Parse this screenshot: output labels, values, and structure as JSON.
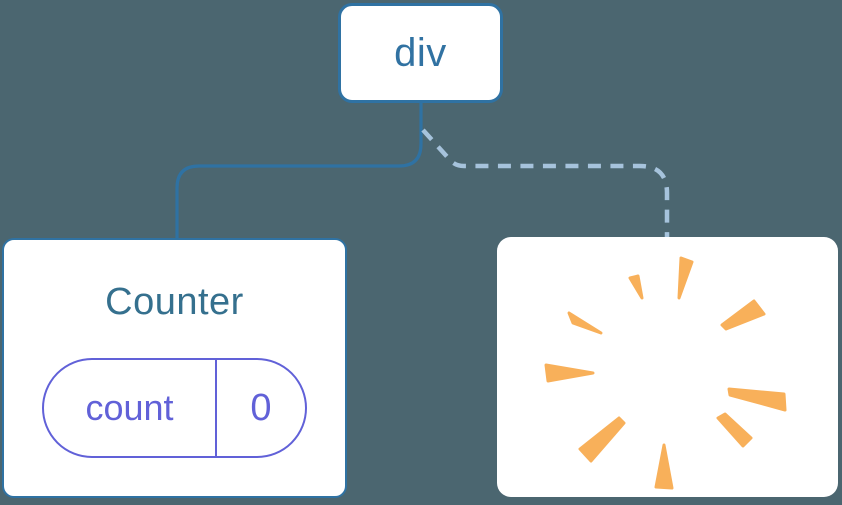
{
  "diagram": {
    "description": "component-tree",
    "background_color": "#4B6670",
    "root": {
      "label": "div"
    },
    "children": [
      {
        "id": "counter",
        "title": "Counter",
        "link_style": "solid",
        "state": {
          "key": "count",
          "value": "0"
        }
      },
      {
        "id": "removed",
        "link_style": "dashed",
        "icon": "poof-icon"
      }
    ],
    "colors": {
      "background": "#4B6670",
      "node_fill": "#FFFFFF",
      "node_border": "#2F72A3",
      "root_label": "#3172A2",
      "component_title": "#35708E",
      "state_accent": "#6161D8",
      "solid_link": "#2F72A3",
      "dashed_link": "#A6C3DC",
      "poof_orange": "#F8B05A"
    }
  }
}
